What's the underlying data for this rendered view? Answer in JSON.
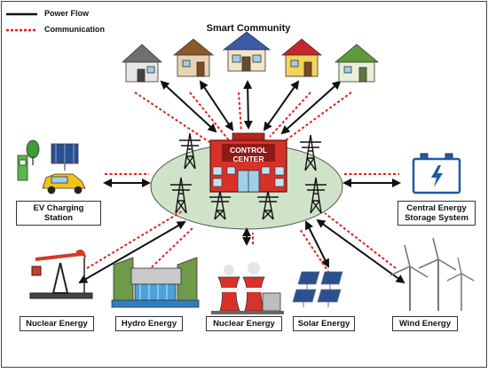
{
  "legend": {
    "power_flow": "Power Flow",
    "communication": "Communication"
  },
  "smart_community": {
    "title": "Smart Community"
  },
  "control_center": {
    "line1": "CONTROL",
    "line2": "CENTER"
  },
  "ev_station": {
    "line1": "EV Charging",
    "line2": "Station"
  },
  "storage": {
    "line1": "Central Energy",
    "line2": "Storage System"
  },
  "sources": [
    {
      "label": "Nuclear Energy"
    },
    {
      "label": "Hydro Energy"
    },
    {
      "label": "Nuclear Energy"
    },
    {
      "label": "Solar Energy"
    },
    {
      "label": "Wind Energy"
    }
  ],
  "colors": {
    "power": "#111111",
    "communication": "#e0201b",
    "grid_ellipse": "#cfe3c8",
    "control_center": "#d8312a"
  }
}
